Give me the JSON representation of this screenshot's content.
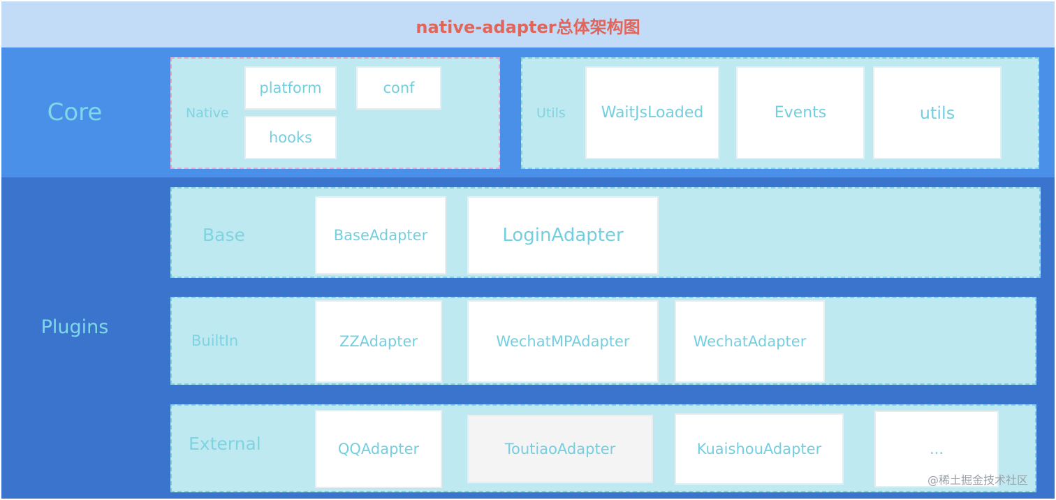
{
  "title": "native-adapter总体架构图",
  "layers": {
    "core": {
      "label": "Core",
      "groups": {
        "native": {
          "label": "Native",
          "items": [
            "platform",
            "conf",
            "hooks"
          ]
        },
        "utils": {
          "label": "Utils",
          "items": [
            "WaitJsLoaded",
            "Events",
            "utils"
          ]
        }
      }
    },
    "plugins": {
      "label": "Plugins",
      "groups": {
        "base": {
          "label": "Base",
          "items": [
            "BaseAdapter",
            "LoginAdapter"
          ]
        },
        "builtin": {
          "label": "BuiltIn",
          "items": [
            "ZZAdapter",
            "WechatMPAdapter",
            "WechatAdapter"
          ]
        },
        "external": {
          "label": "External",
          "items": [
            "QQAdapter",
            "ToutiaoAdapter",
            "KuaishouAdapter",
            "..."
          ]
        }
      }
    }
  },
  "watermark": "@稀土掘金技术社区",
  "colors": {
    "title_band": "#c2dcf7",
    "title_text": "#e0655a",
    "core_band": "#4a90e8",
    "plugins_band": "#3b74cc",
    "group_fill": "#bfe9f0",
    "group_border": "#7dd3e3",
    "native_border": "#e6a6d0",
    "box_fill": "#ffffff",
    "box_text": "#73cfe0"
  }
}
